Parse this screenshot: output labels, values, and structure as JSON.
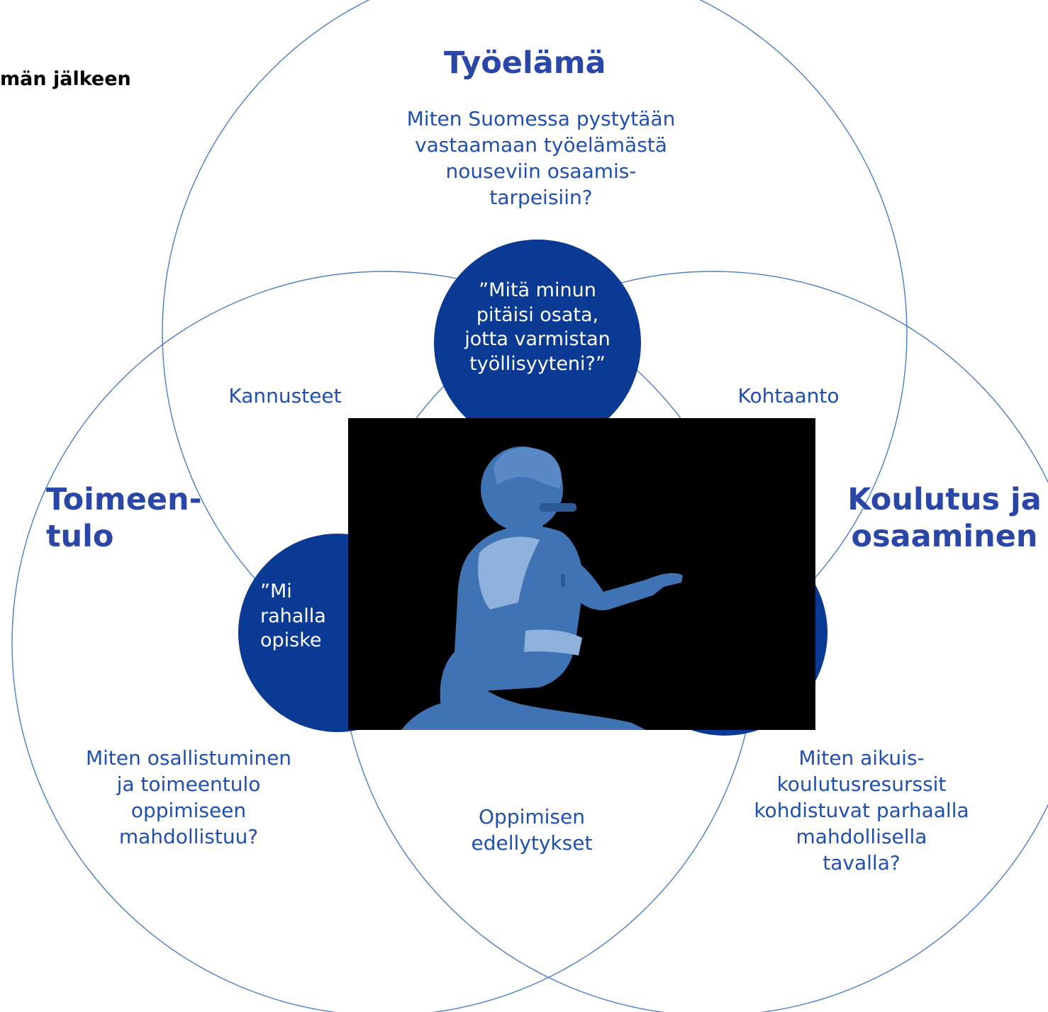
{
  "page_header": {
    "text": "män jälkeen"
  },
  "circles": {
    "tyoelama": {
      "title": "Työelämä",
      "question": "Miten Suomessa pystytään\nvastaamaan työelämästä\nnouseviin osaamis-\ntarpeisiin?"
    },
    "toimeentulo": {
      "title": "Toimeen-\n tulo",
      "question": "Miten osallistuminen\nja toimeentulo\noppimiseen\nmahdollistuu?"
    },
    "koulutus": {
      "title": "Koulutus ja\nosaaminen",
      "question": "     Miten aikuis-\nkoulutusresurssit\nkohdistuvat parhaalla\nmahdollisella\ntavalla?"
    }
  },
  "overlaps": {
    "kannusteet": "Kannusteet",
    "kohtaanto": "Kohtaanto",
    "oppimisen_edellytykset": "Oppimisen\nedellytykset"
  },
  "quote_bubbles": {
    "top": "”Mitä minun\npitäisi osata,\njotta varmistan\ntyöllisyyteni?”",
    "left": "”Mi\nrahalla\nopiske"
  },
  "colors": {
    "ring_stroke": "#4a7fc6",
    "bubble_fill": "#0b3a94",
    "heading": "#2a47a8",
    "body_text": "#1f4fb0",
    "photo_background": "#000000",
    "photo_tint": "#3f73b3"
  },
  "photo": {
    "subject": "man-sitting-thinking-photo"
  }
}
